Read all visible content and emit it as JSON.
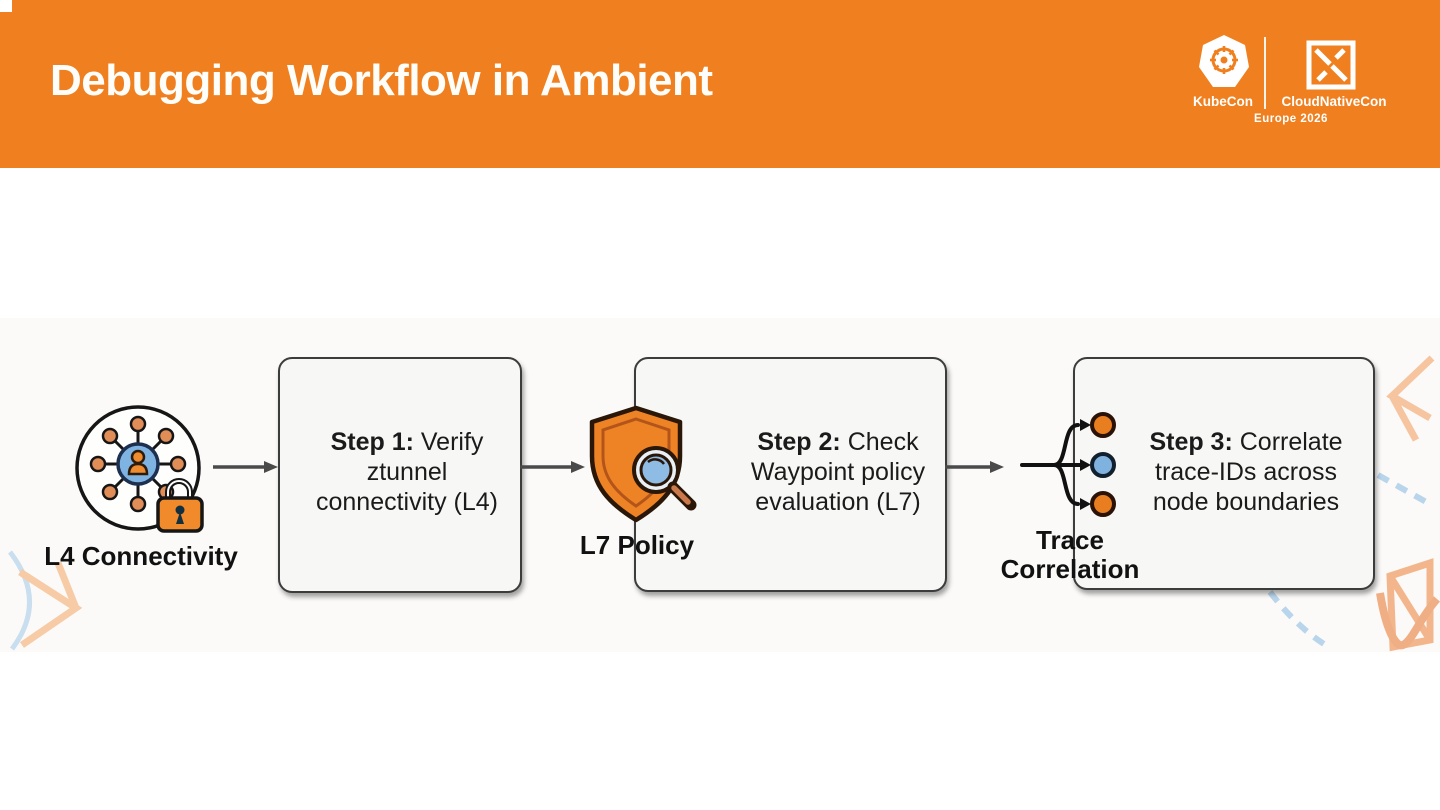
{
  "header": {
    "title": "Debugging Workflow in Ambient",
    "brand": {
      "kubecon": "KubeCon",
      "cloudnativecon": "CloudNativeCon",
      "event": "Europe 2026"
    }
  },
  "diagram": {
    "nodes": [
      {
        "label": "L4 Connectivity"
      },
      {
        "label": "L7 Policy"
      },
      {
        "label_line1": "Trace",
        "label_line2": "Correlation"
      }
    ],
    "steps": [
      {
        "bold": "Step 1:",
        "line1_rest": " Verify",
        "line2": "ztunnel",
        "line3": "connectivity (L4)"
      },
      {
        "bold": "Step 2:",
        "line1_rest": " Check",
        "line2": "Waypoint policy",
        "line3": "evaluation (L7)"
      },
      {
        "bold": "Step 3:",
        "line1_rest": " Correlate",
        "line2": "trace-IDs across",
        "line3": "node boundaries"
      }
    ],
    "colors": {
      "header_orange": "#F0801F",
      "icon_orange": "#EE8326",
      "icon_blue": "#7FB3E2"
    }
  }
}
